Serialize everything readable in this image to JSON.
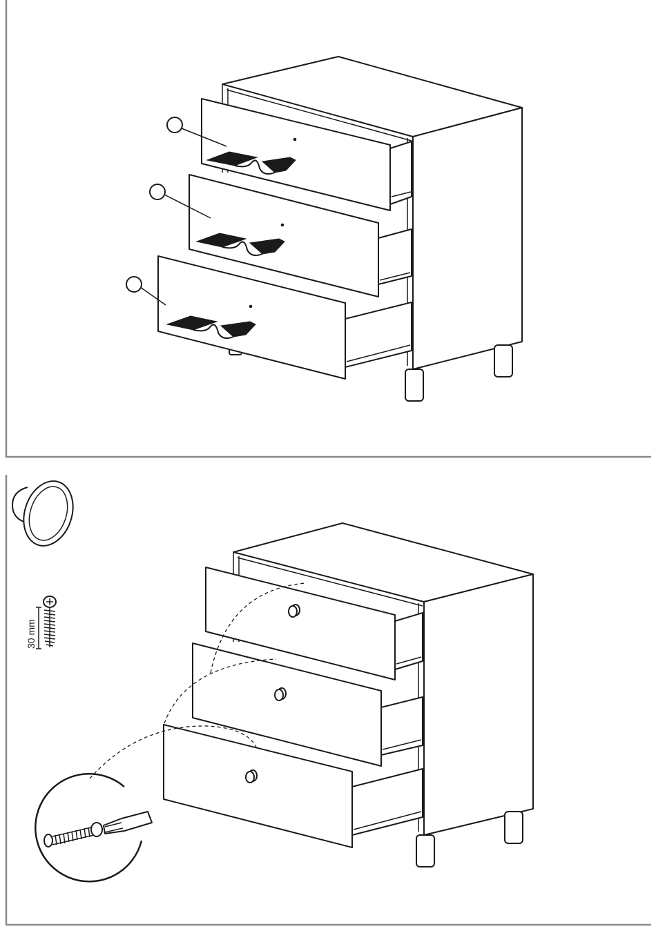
{
  "steps": [
    {
      "panel": "remove-handles",
      "drawer_callouts": [
        "",
        "",
        ""
      ]
    },
    {
      "panel": "attach-knobs",
      "parts": {
        "knob_icon": "knob-icon",
        "screw_icon": "screw-icon",
        "screw_length_label": "30 mm"
      },
      "detail_icon": "screwdriver-icon"
    }
  ]
}
